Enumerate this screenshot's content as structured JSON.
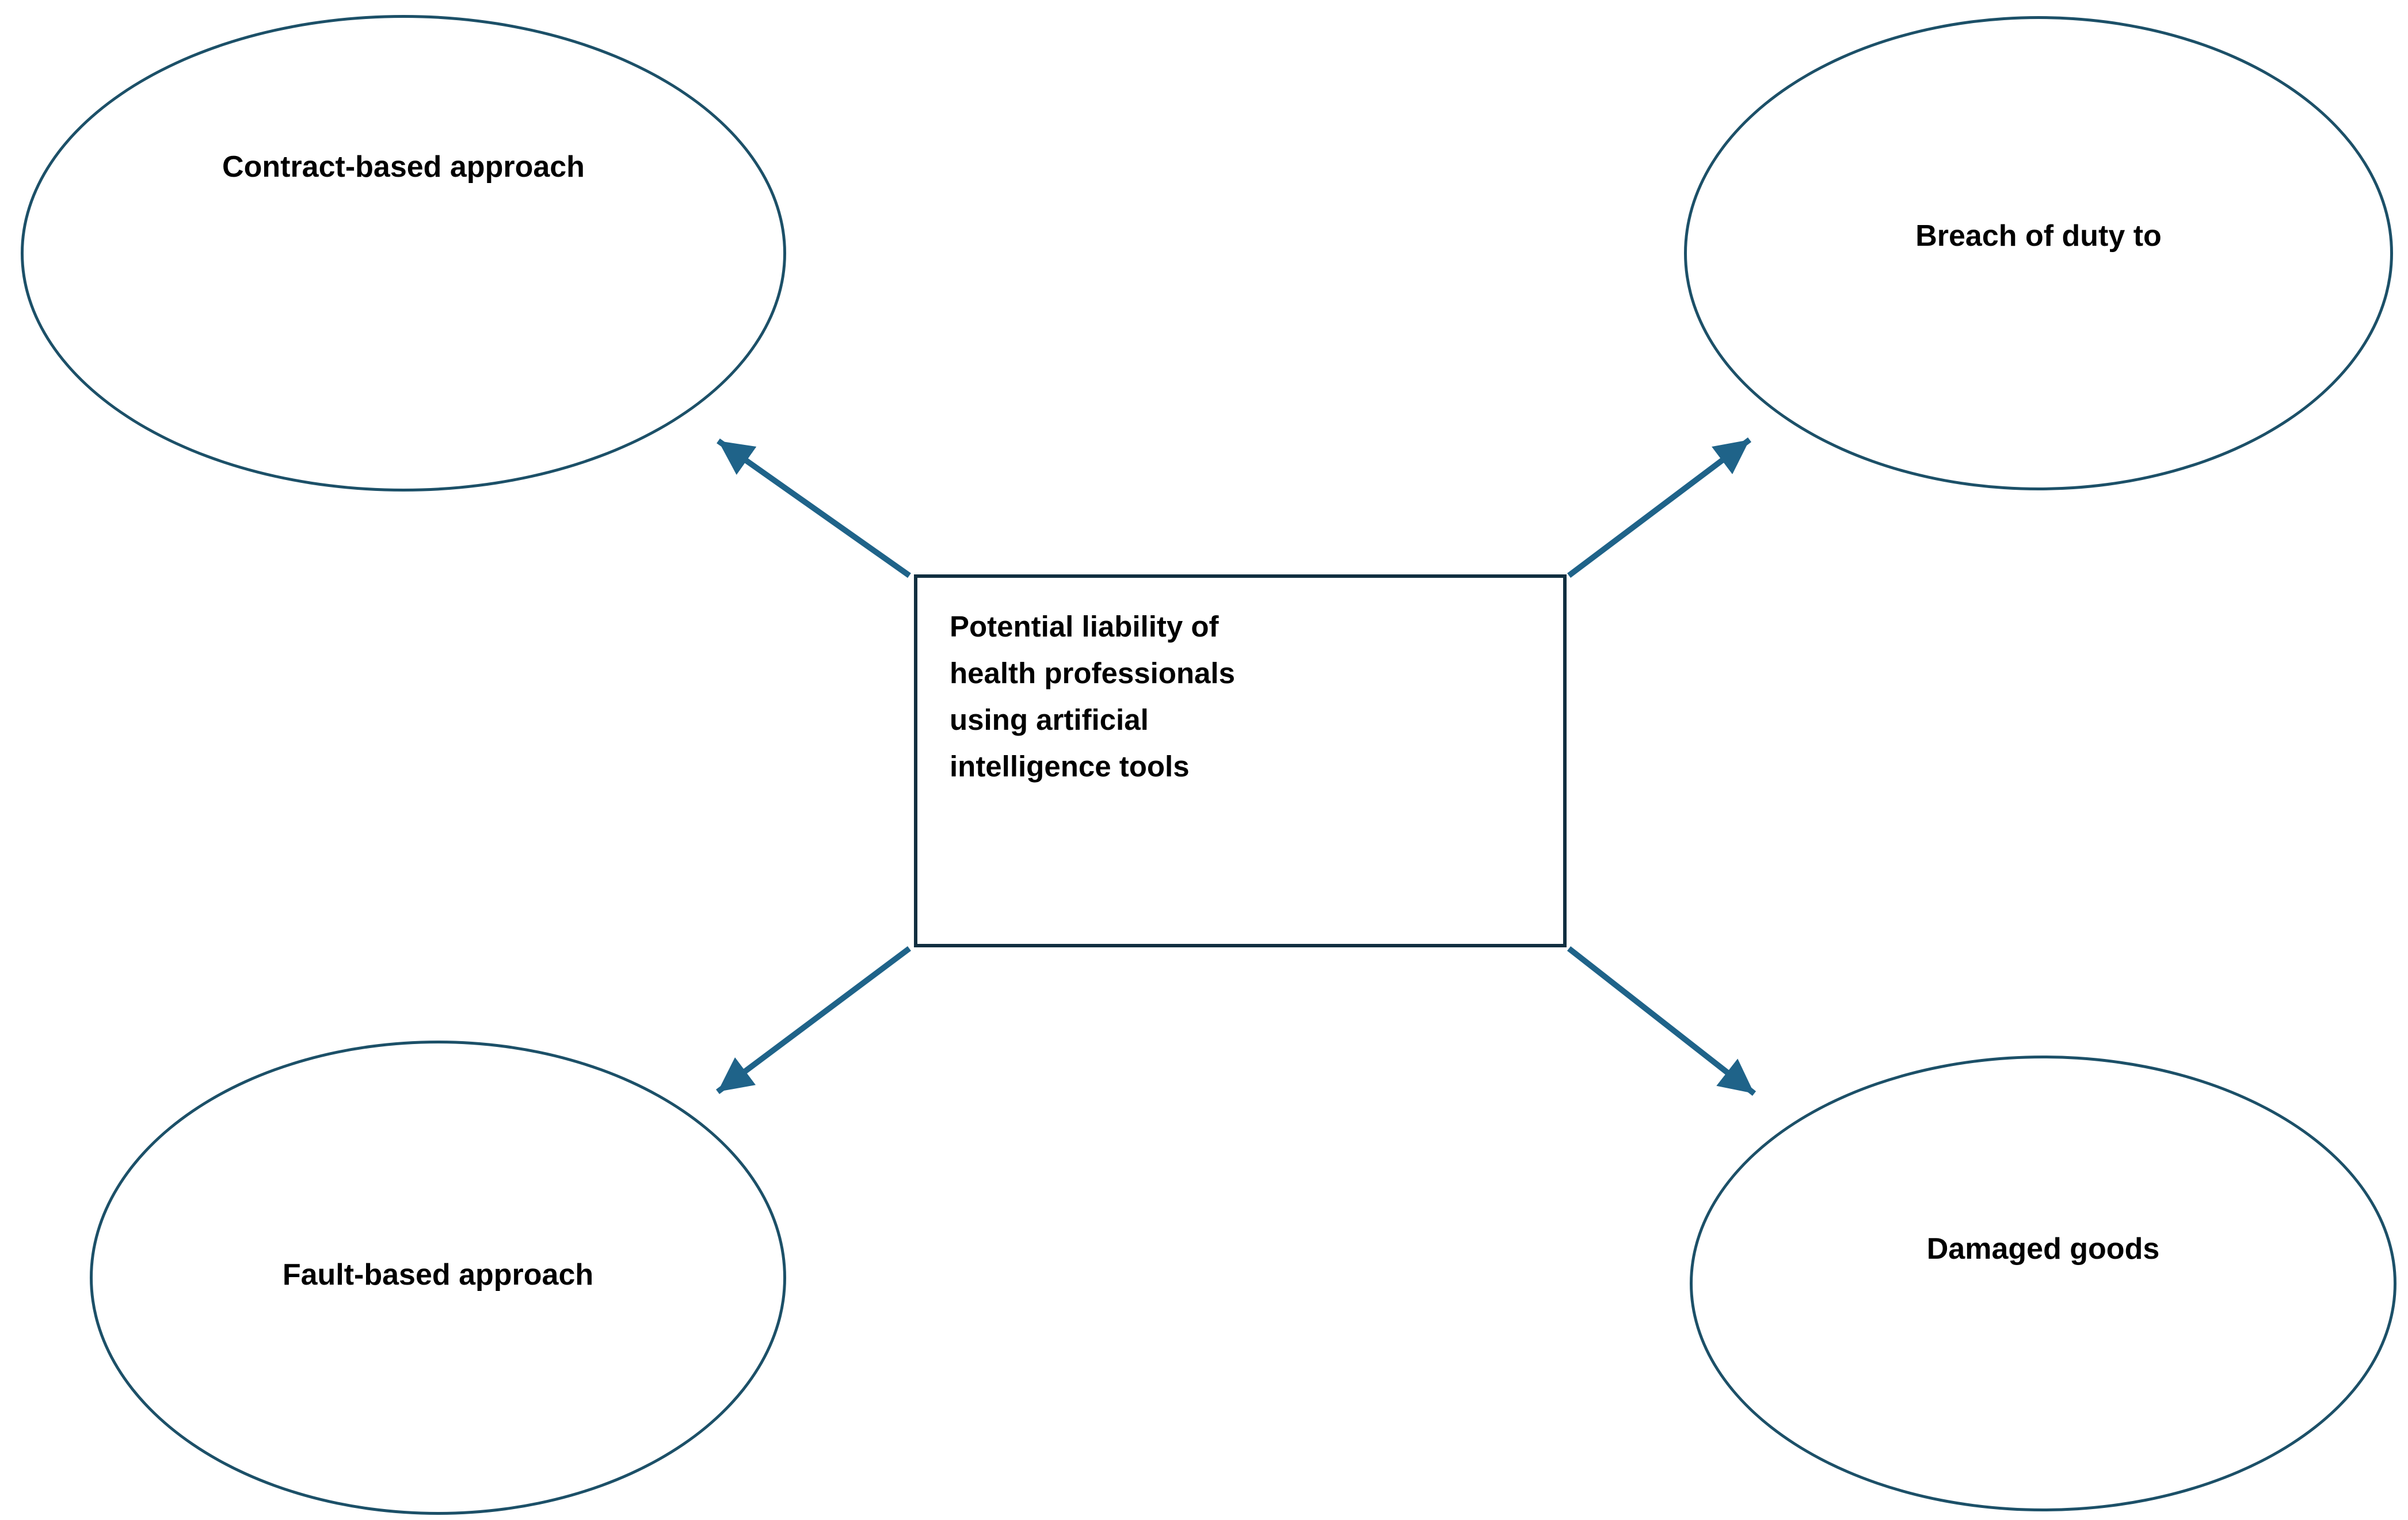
{
  "diagram": {
    "center": {
      "text": "Potential liability of\nhealth professionals\nusing artificial\nintelligence tools"
    },
    "nodes": [
      {
        "position": "top-left",
        "label": "Contract-based approach"
      },
      {
        "position": "top-right",
        "label": "Breach of duty to"
      },
      {
        "position": "bottom-left",
        "label": "Fault-based approach"
      },
      {
        "position": "bottom-right",
        "label": "Damaged goods"
      }
    ],
    "connections": [
      {
        "from": "center",
        "to": "top-left",
        "style": "arrow"
      },
      {
        "from": "center",
        "to": "top-right",
        "style": "arrow"
      },
      {
        "from": "center",
        "to": "bottom-left",
        "style": "arrow"
      },
      {
        "from": "center",
        "to": "bottom-right",
        "style": "arrow"
      }
    ],
    "colors": {
      "background": "#ffffff",
      "text": "#000000",
      "ellipse_border": "#1c5068",
      "box_border": "#112f40",
      "arrow": "#1f6389"
    }
  }
}
